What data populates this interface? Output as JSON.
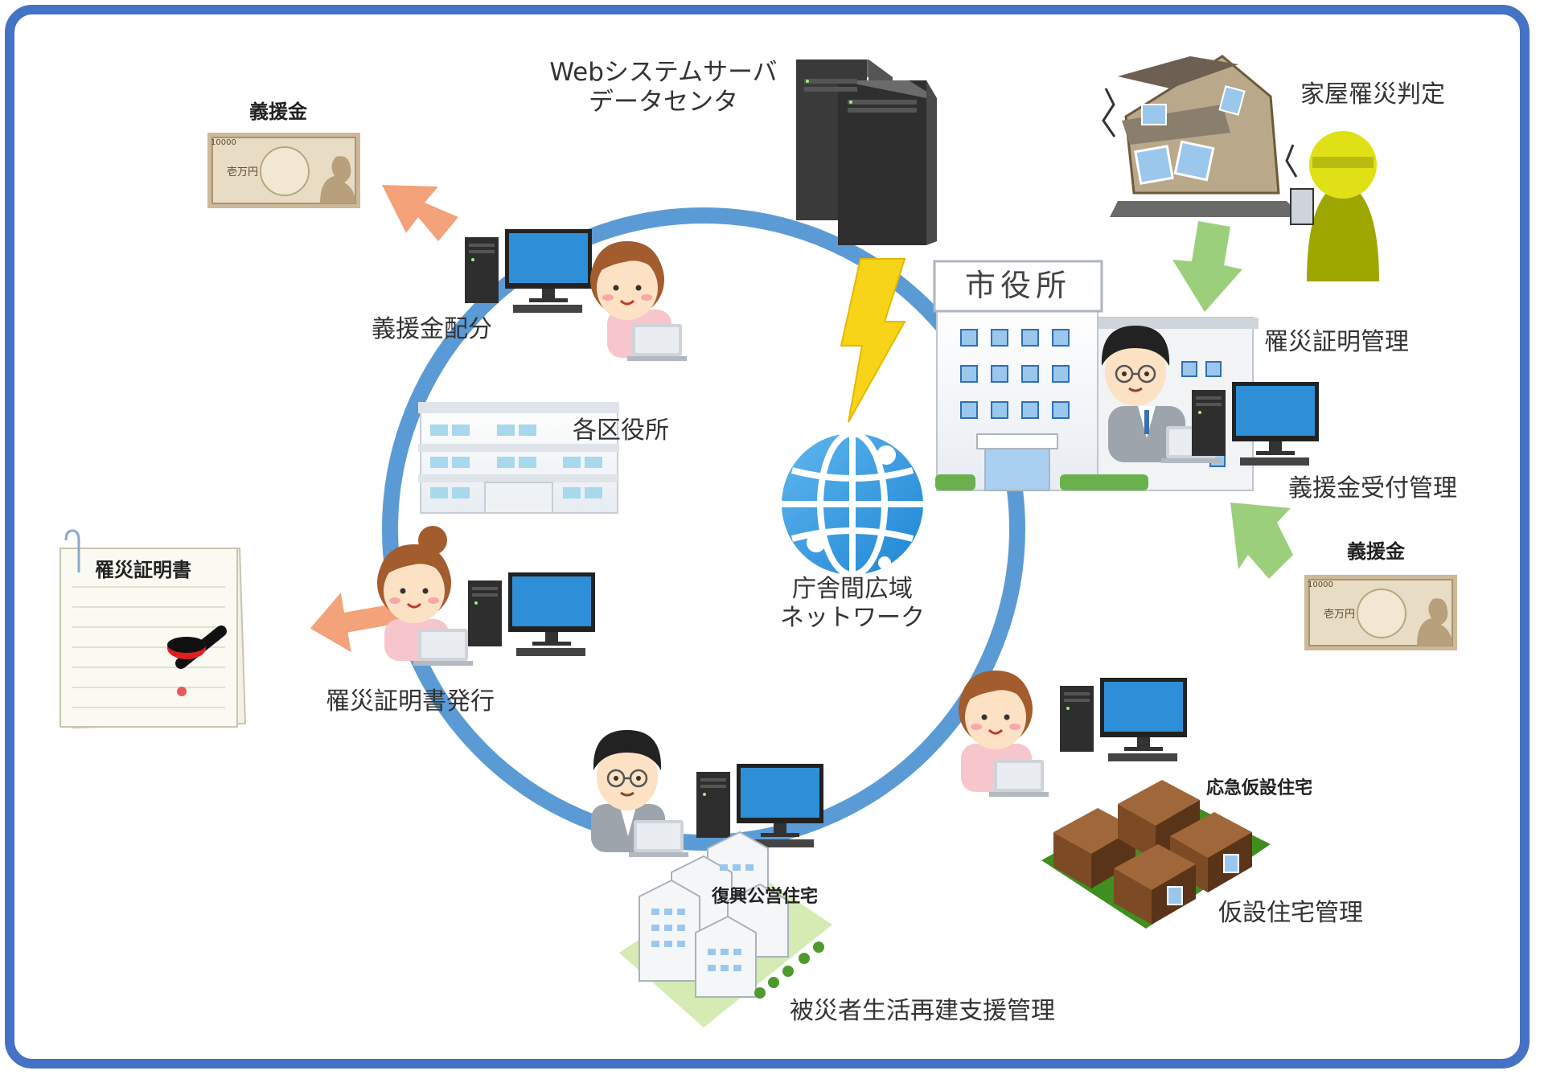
{
  "colors": {
    "frame": "#4472c4",
    "ring": "#5b9bd5",
    "arrow_orange": "#f4a27a",
    "arrow_green": "#9ccf7c",
    "monitor": "#2f8fd6",
    "bolt": "#f7d417"
  },
  "labels": {
    "server": [
      "Webシステムサーバ",
      "データセンタ"
    ],
    "city_hall": "市役所",
    "network": [
      "庁舎間広域",
      "ネットワーク"
    ],
    "ward_office": "各区役所",
    "damage_assessment": "家屋罹災判定",
    "cert_management": "罹災証明管理",
    "donation_receipt": "義援金受付管理",
    "donation_right": "義援金",
    "donation_left": "義援金",
    "donation_distribution": "義援金配分",
    "certificate": "罹災証明書",
    "cert_issue": "罹災証明書発行",
    "emergency_housing": "応急仮設住宅",
    "temp_housing_mgmt": "仮設住宅管理",
    "public_housing": "復興公営住宅",
    "reconstruction_support": "被災者生活再建支援管理"
  },
  "banknote": {
    "denomination": "10000",
    "text": "壱万円"
  },
  "icons": [
    "server-rack-icon",
    "lightning-icon",
    "globe-icon",
    "city-hall-building-icon",
    "ward-office-building-icon",
    "damaged-house-icon",
    "inspector-icon",
    "banknote-icon",
    "certificate-icon",
    "hanko-stamp-icon",
    "prefab-house-icon",
    "apartment-complex-icon",
    "desktop-computer-icon",
    "laptop-icon",
    "staff-person-icon"
  ]
}
